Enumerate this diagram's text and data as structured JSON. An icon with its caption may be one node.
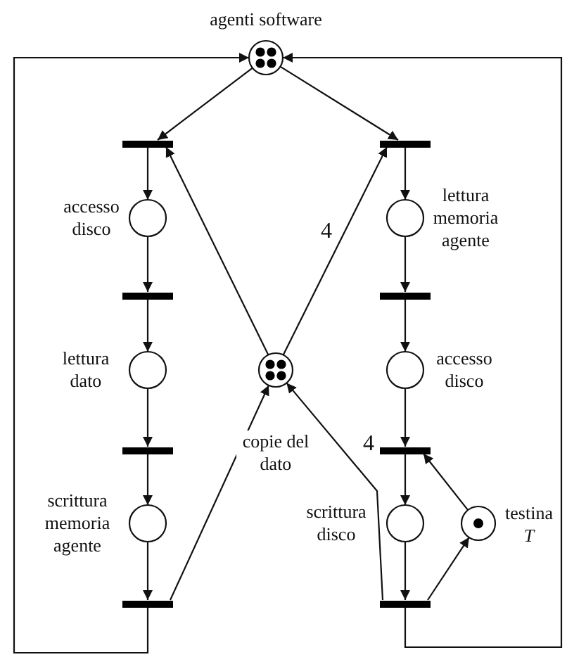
{
  "diagram": {
    "nodes": [
      {
        "text": [
          "agenti software"
        ]
      },
      {
        "text": [],
        "shape": "bar"
      },
      {
        "text": [],
        "shape": "bar"
      },
      {
        "text": [
          "accesso disco"
        ]
      },
      {
        "text": [
          "lettura memoria agente"
        ]
      },
      {
        "text": [],
        "shape": "bar"
      },
      {
        "text": [],
        "shape": "bar"
      },
      {
        "text": [
          "lettura dato"
        ]
      },
      {
        "text": [
          "copie del dato"
        ]
      },
      {
        "text": [
          "accesso disco"
        ]
      },
      {
        "text": [],
        "shape": "bar"
      },
      {
        "text": [],
        "shape": "bar"
      },
      {
        "text": [
          "scrittura memoria agente"
        ]
      },
      {
        "text": [
          "scrittura disco"
        ]
      },
      {
        "text": [
          "testina *T*"
        ]
      },
      {
        "text": [],
        "shape": "bar"
      },
      {
        "text": [],
        "shape": "bar"
      }
    ],
    "edges": [
      {
        "from": 0,
        "to": 1,
        "arrow": "to"
      },
      {
        "from": 0,
        "to": 2,
        "arrow": "to"
      },
      {
        "from": 1,
        "to": 3,
        "arrow": "to"
      },
      {
        "from": 2,
        "to": 4,
        "arrow": "to"
      },
      {
        "from": 3,
        "to": 5,
        "arrow": "to"
      },
      {
        "from": 4,
        "to": 6,
        "arrow": "to"
      },
      {
        "from": 5,
        "to": 7,
        "arrow": "to"
      },
      {
        "from": 6,
        "to": 9,
        "arrow": "to"
      },
      {
        "from": 7,
        "to": 10,
        "arrow": "to"
      },
      {
        "from": 9,
        "to": 11,
        "arrow": "to"
      },
      {
        "from": 10,
        "to": 12,
        "arrow": "to"
      },
      {
        "from": 11,
        "to": 13,
        "arrow": "to"
      },
      {
        "from": 12,
        "to": 15,
        "arrow": "to"
      },
      {
        "from": 13,
        "to": 16,
        "arrow": "to"
      },
      {
        "from": 15,
        "to": 0,
        "arrow": "to"
      },
      {
        "from": 16,
        "to": 0,
        "arrow": "to"
      },
      {
        "from": 8,
        "to": 1,
        "arrow": "to"
      },
      {
        "from": 8,
        "to": 2,
        "label": "4",
        "arrow": "to"
      },
      {
        "from": 15,
        "to": 8,
        "arrow": "to"
      },
      {
        "from": 16,
        "to": 8,
        "label": "4",
        "arrow": "to"
      },
      {
        "from": 14,
        "to": 11,
        "arrow": "to"
      },
      {
        "from": 16,
        "to": 14,
        "arrow": "to"
      }
    ]
  }
}
